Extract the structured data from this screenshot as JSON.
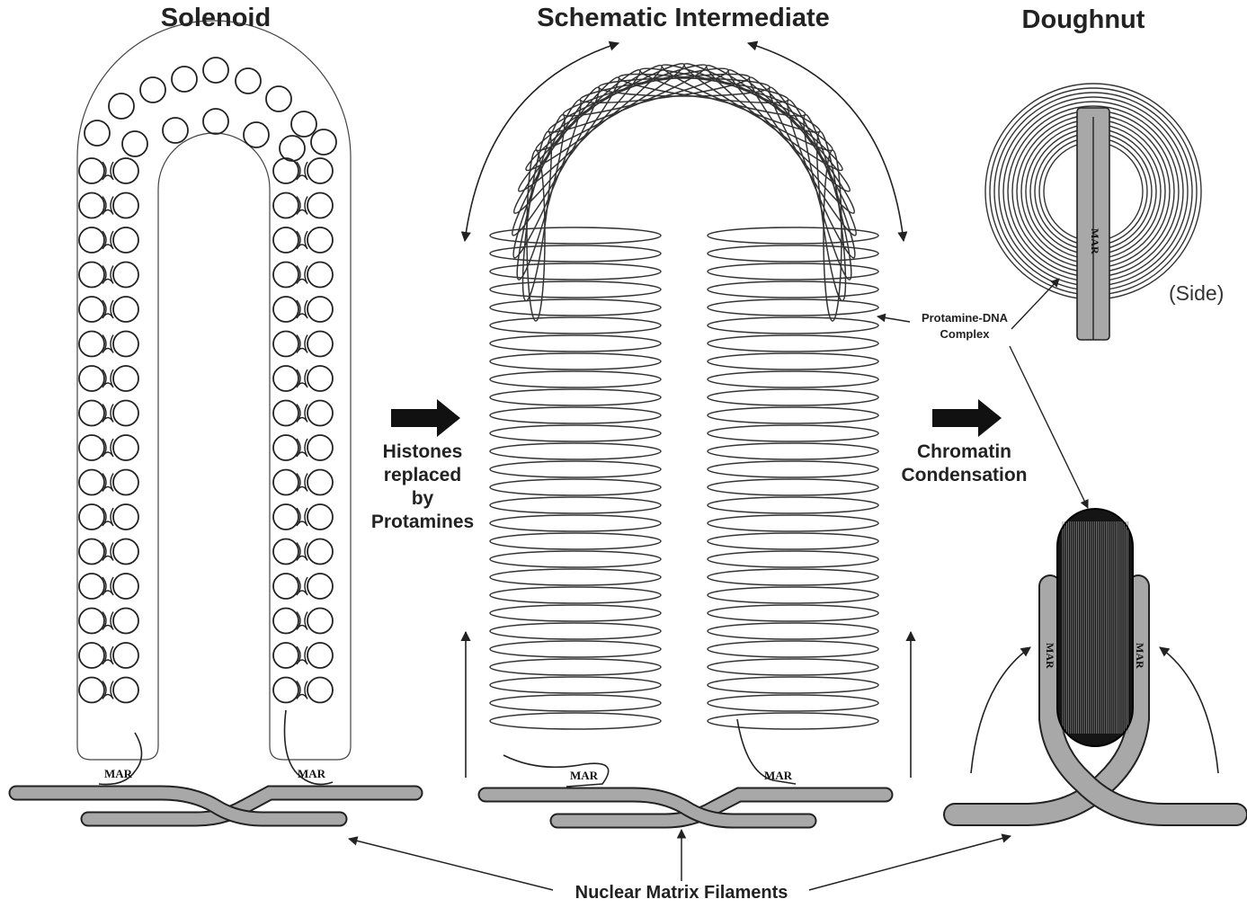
{
  "titles": {
    "solenoid": "Solenoid",
    "intermediate": "Schematic Intermediate",
    "doughnut": "Doughnut"
  },
  "step1": [
    "Histones",
    "replaced",
    "by",
    "Protamines"
  ],
  "step2": [
    "Chromatin",
    "Condensation"
  ],
  "protamine_label": [
    "Protamine-DNA",
    "Complex"
  ],
  "side_label": "(Side)",
  "nuclear_matrix_label": "Nuclear Matrix Filaments",
  "mar_label": "MAR",
  "colors": {
    "filament_fill": "#a8a8a8",
    "stroke": "#2a2a2a",
    "dark": "#151515"
  }
}
